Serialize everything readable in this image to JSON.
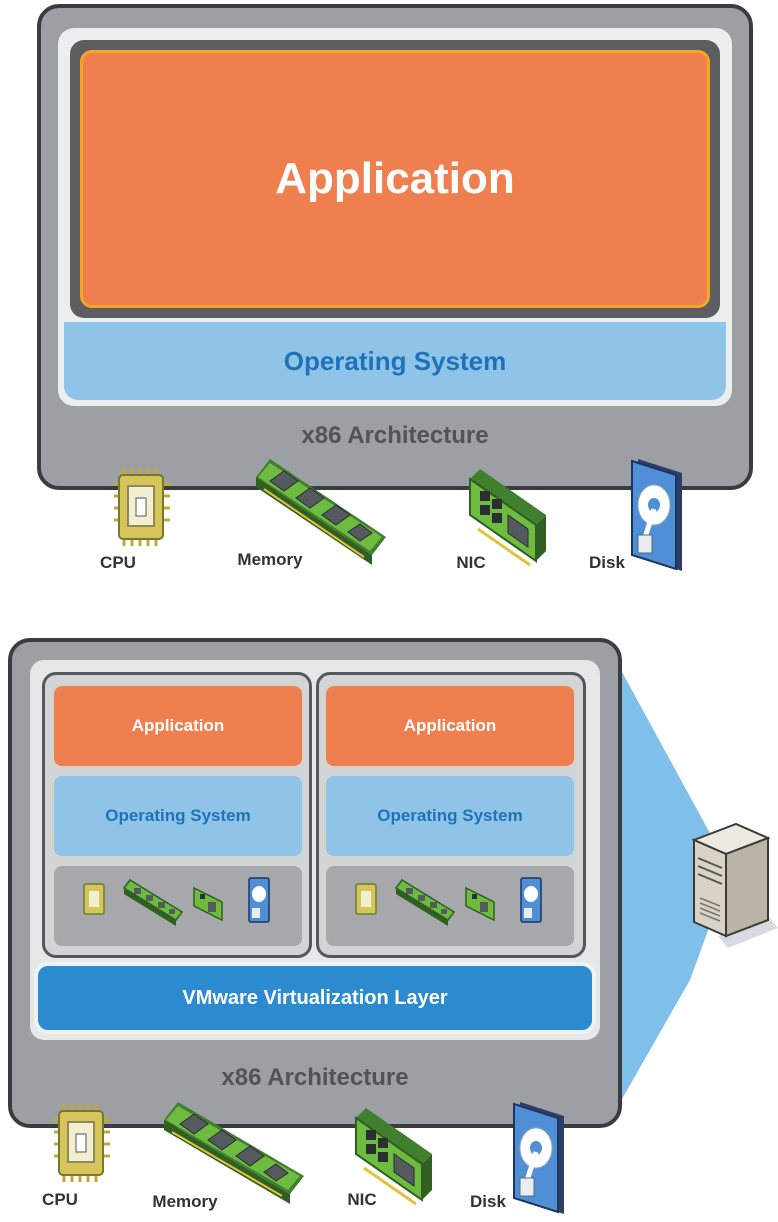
{
  "top": {
    "application_label": "Application",
    "os_label": "Operating System",
    "arch_label": "x86 Architecture",
    "hardware": [
      {
        "label": "CPU",
        "icon": "cpu-icon"
      },
      {
        "label": "Memory",
        "icon": "memory-icon"
      },
      {
        "label": "NIC",
        "icon": "nic-icon"
      },
      {
        "label": "Disk",
        "icon": "disk-icon"
      }
    ]
  },
  "bottom": {
    "vms": [
      {
        "application_label": "Application",
        "os_label": "Operating System"
      },
      {
        "application_label": "Application",
        "os_label": "Operating System"
      }
    ],
    "virtualization_label": "VMware Virtualization Layer",
    "arch_label": "x86 Architecture",
    "hardware": [
      {
        "label": "CPU",
        "icon": "cpu-icon"
      },
      {
        "label": "Memory",
        "icon": "memory-icon"
      },
      {
        "label": "NIC",
        "icon": "nic-icon"
      },
      {
        "label": "Disk",
        "icon": "disk-icon"
      }
    ],
    "server_icon": "server-tower-icon"
  },
  "colors": {
    "application": "#ef7f4f",
    "application_border": "#f4a623",
    "operating_system": "#8fc3e8",
    "os_text": "#1e73b8",
    "virtualization": "#2c8acf",
    "frame": "#9c9fa3",
    "beam": "#7fc0ea"
  }
}
